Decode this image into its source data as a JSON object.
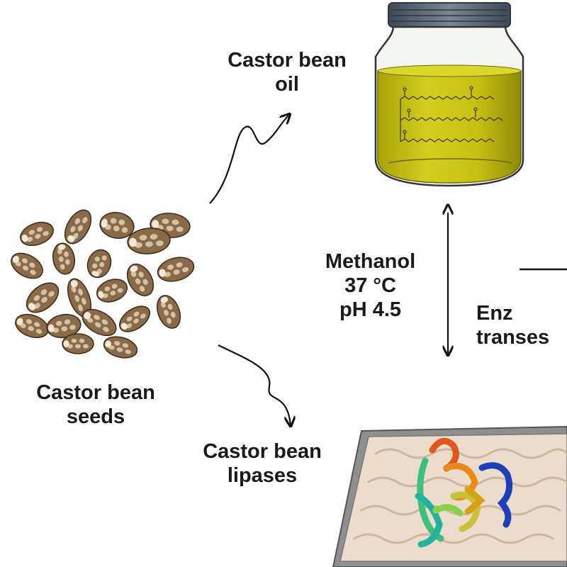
{
  "labels": {
    "oil": [
      "Castor bean",
      "oil"
    ],
    "seeds": [
      "Castor bean",
      "seeds"
    ],
    "lipases": [
      "Castor bean",
      "lipases"
    ],
    "conditions": [
      "Methanol",
      "37 °C",
      "pH  4.5"
    ],
    "enzymatic": [
      "Enz",
      "transes"
    ]
  },
  "colors": {
    "oil": "#c9c414",
    "oil_dark": "#8f8a07",
    "lid": "#5d6876",
    "seed_base": "#8a6a48",
    "seed_light": "#e0cfb4",
    "tray": "#9a9a9a",
    "support": "#ecdccb",
    "arrow": "#111111"
  }
}
